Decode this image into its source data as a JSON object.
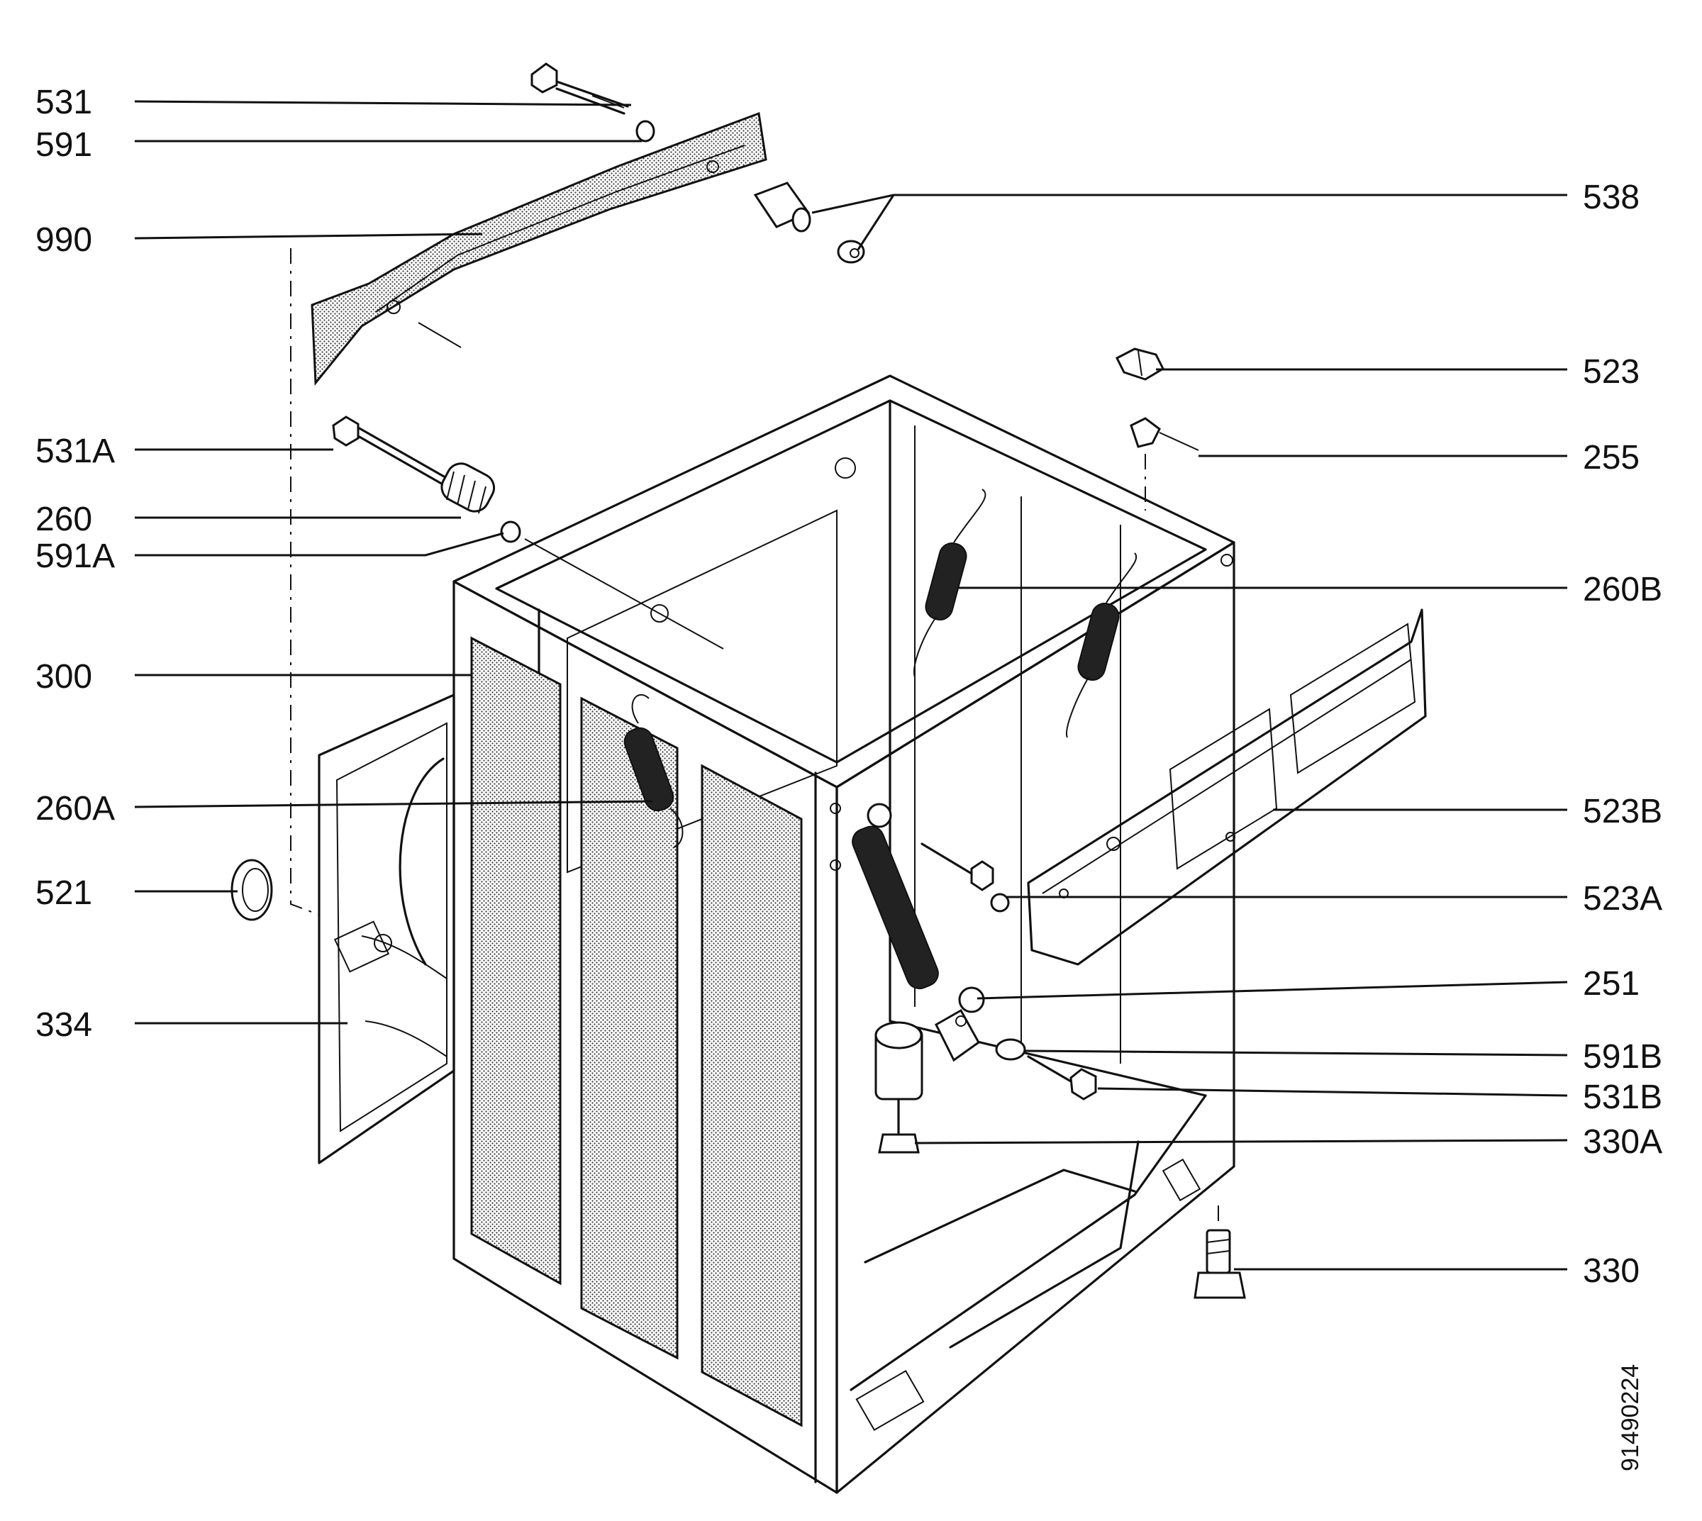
{
  "diagram": {
    "title": "",
    "drawing_number": "91490224",
    "labels_left": [
      {
        "id": "l-531",
        "text": "531"
      },
      {
        "id": "l-591",
        "text": "591"
      },
      {
        "id": "l-990",
        "text": "990"
      },
      {
        "id": "l-531A",
        "text": "531A"
      },
      {
        "id": "l-260",
        "text": "260"
      },
      {
        "id": "l-591A",
        "text": "591A"
      },
      {
        "id": "l-300",
        "text": "300"
      },
      {
        "id": "l-260A",
        "text": "260A"
      },
      {
        "id": "l-521",
        "text": "521"
      },
      {
        "id": "l-334",
        "text": "334"
      }
    ],
    "labels_right": [
      {
        "id": "l-538",
        "text": "538"
      },
      {
        "id": "l-523",
        "text": "523"
      },
      {
        "id": "l-255",
        "text": "255"
      },
      {
        "id": "l-260B",
        "text": "260B"
      },
      {
        "id": "l-523B",
        "text": "523B"
      },
      {
        "id": "l-523A",
        "text": "523A"
      },
      {
        "id": "l-251",
        "text": "251"
      },
      {
        "id": "l-591B",
        "text": "591B"
      },
      {
        "id": "l-531B",
        "text": "531B"
      },
      {
        "id": "l-330A",
        "text": "330A"
      },
      {
        "id": "l-330",
        "text": "330"
      }
    ]
  }
}
